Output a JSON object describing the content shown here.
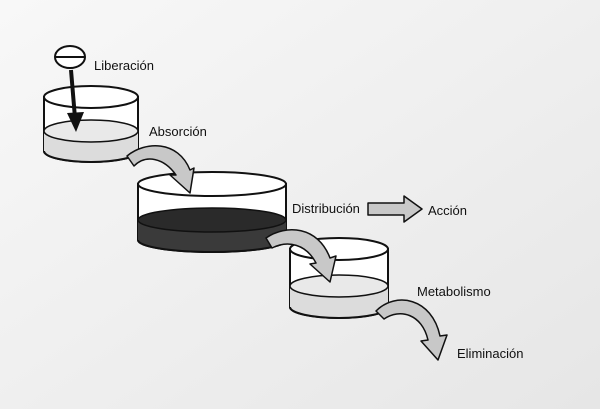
{
  "labels": {
    "liberacion": "Liberación",
    "absorcion": "Absorción",
    "distribucion": "Distribución",
    "accion": "Acción",
    "metabolismo": "Metabolismo",
    "eliminacion": "Eliminación"
  },
  "colors": {
    "background": "#f2f2f2",
    "outline": "#111111",
    "light_liquid": "#d9d9d9",
    "dark_liquid": "#3a3a3a",
    "arrow_fill": "#c8c8c8",
    "pill_arrow": "#111111"
  },
  "icons": {
    "pill": "pill-icon"
  }
}
